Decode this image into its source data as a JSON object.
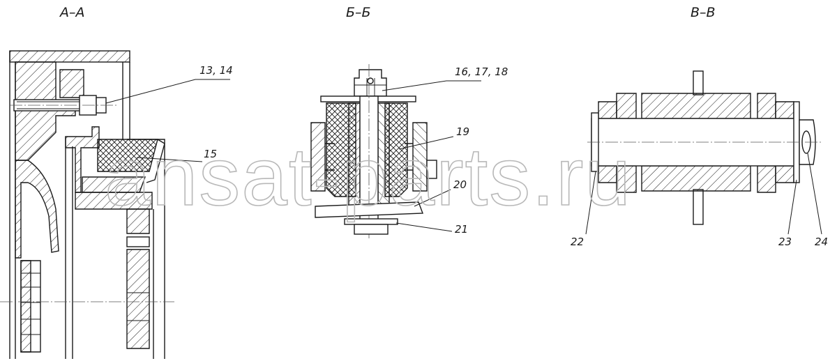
{
  "sections": {
    "aa": "А–А",
    "bb": "Б–Б",
    "vv": "В–В"
  },
  "callouts": {
    "c13_14": "13, 14",
    "c15": "15",
    "c16_17_18": "16, 17, 18",
    "c19": "19",
    "c20": "20",
    "c21": "21",
    "c22": "22",
    "c23": "23",
    "c24": "24"
  },
  "watermark": "ansat-parts.ru"
}
